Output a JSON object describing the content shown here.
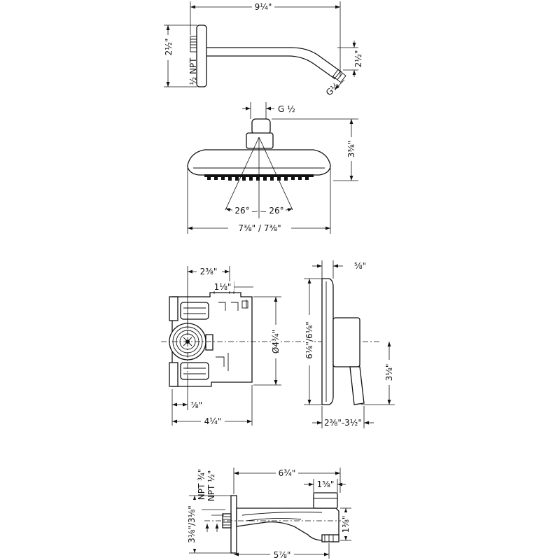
{
  "colors": {
    "line": "#111111",
    "background": "#ffffff"
  },
  "shower_arm": {
    "width_label": "9¼\"",
    "flange_height_label": "2½\"",
    "drop_label": "2½\"",
    "inlet_thread_label": "½ NPT",
    "outlet_thread_label": "G½"
  },
  "shower_head": {
    "connection_label": "G ½",
    "height_label": "3⅜\"",
    "spray_angle_left_label": "26°",
    "spray_angle_right_label": "26°",
    "diameter_label": "7⅜\" / 7⅜\""
  },
  "valve_body": {
    "width_top_label": "2⅜\"",
    "offset_label": "1⅛\"",
    "diameter_label": "Ø4¾\"",
    "depth_min_label": "⅞\"",
    "width_bottom_label": "4¼\""
  },
  "trim": {
    "projection_label": "⅝\"",
    "plate_height_label": "6⅛\"/6⅛\"",
    "handle_height_label": "3⅛\"",
    "depth_range_label": "2⅜\"-3½\""
  },
  "tub_spout": {
    "length_label": "6¾\"",
    "outlet_label": "1⅝\"",
    "thread_label_upper": "NPT ¾\"",
    "thread_label_lower": "NPT ½\"",
    "rough_label_vertical": "3⅛\"/3⅛\"",
    "offset_label": "1⅜\"",
    "projection_label": "5⅞\""
  }
}
